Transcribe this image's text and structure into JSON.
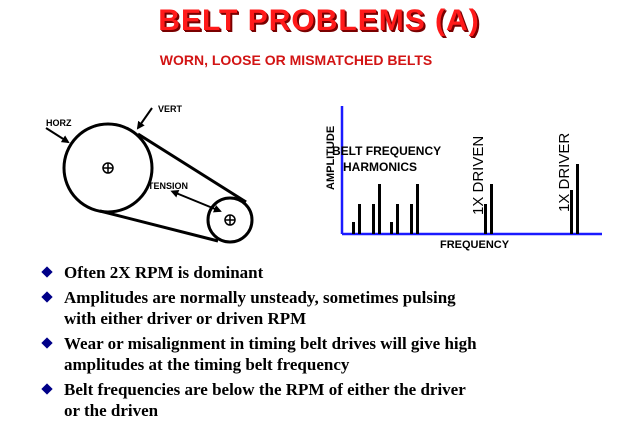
{
  "slide": {
    "title": "BELT PROBLEMS (A)",
    "subtitle": "WORN, LOOSE OR MISMATCHED BELTS",
    "colors": {
      "title": "#ff1a1a",
      "subtitle": "#d21414",
      "spectrum_axis": "#1a1aff",
      "bullet": "#000088"
    }
  },
  "belt_diagram": {
    "labels": {
      "horz": "HORZ",
      "vert": "VERT",
      "tension": "TENSION"
    },
    "icons": [
      "arrow-icon",
      "pulley-center-icon"
    ]
  },
  "spectrum": {
    "axis_labels": {
      "y": "AMPLITUDE",
      "x": "FREQUENCY"
    },
    "annotation": {
      "line1": "BELT FREQUENCY",
      "line2": "HARMONICS"
    },
    "peak_labels": {
      "driven": "1X DRIVEN",
      "driver": "1X DRIVER"
    }
  },
  "bullets": [
    {
      "text": "Often 2X RPM is dominant"
    },
    {
      "text": "Amplitudes are normally unsteady, sometimes pulsing",
      "text2": "with either driver or driven RPM"
    },
    {
      "text": "Wear or misalignment in timing belt drives will give high",
      "text2": "amplitudes at the timing belt frequency"
    },
    {
      "text": "Belt frequencies are below the RPM of either the driver",
      "text2": "or the driven"
    }
  ]
}
